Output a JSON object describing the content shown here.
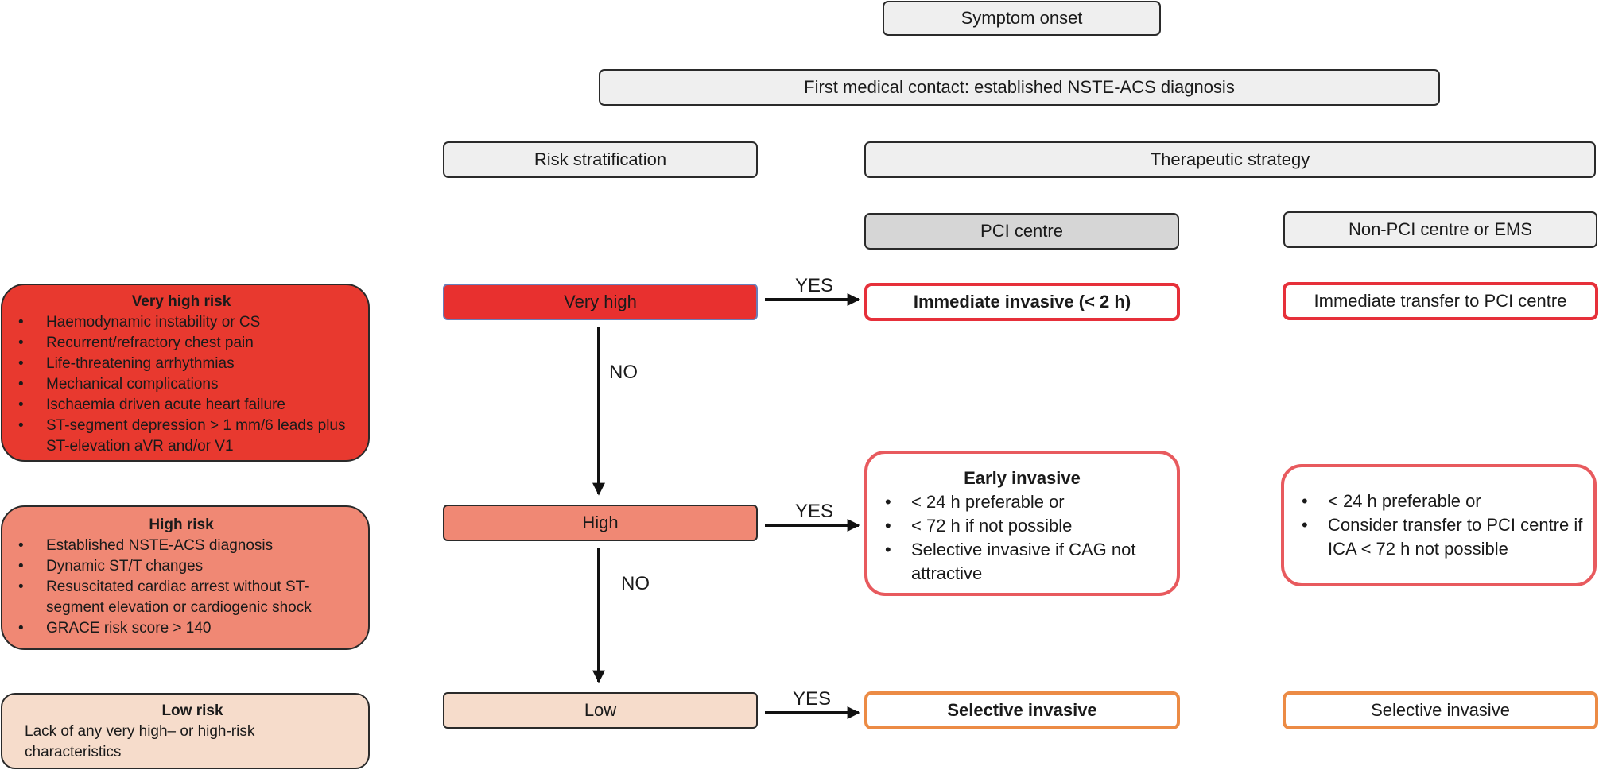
{
  "header": {
    "symptom_onset": "Symptom onset",
    "first_contact": "First medical contact: established NSTE-ACS diagnosis",
    "risk_stratification": "Risk stratification",
    "therapeutic_strategy": "Therapeutic strategy",
    "pci_centre": "PCI centre",
    "non_pci_centre": "Non-PCI centre or EMS"
  },
  "risk_levels": {
    "very_high": "Very high",
    "high": "High",
    "low": "Low"
  },
  "arrow_labels": {
    "yes": "YES",
    "no": "NO"
  },
  "pci": {
    "immediate": "Immediate invasive (< 2 h)",
    "early_title": "Early invasive",
    "early_items": [
      "< 24 h preferable or",
      "< 72 h if not possible",
      "Selective invasive if CAG not attractive"
    ],
    "selective": "Selective invasive"
  },
  "non_pci": {
    "immediate": "Immediate transfer to PCI centre",
    "early_items": [
      "< 24 h preferable or",
      "Consider transfer to PCI centre if ICA < 72 h not possible"
    ],
    "selective": "Selective invasive"
  },
  "criteria": {
    "very_high_title": "Very high risk",
    "very_high_items": [
      "Haemodynamic instability or CS",
      "Recurrent/refractory chest pain",
      "Life-threatening arrhythmias",
      "Mechanical complications",
      "Ischaemia driven acute heart failure",
      "ST-segment depression > 1 mm/6 leads plus ST-elevation aVR and/or V1"
    ],
    "high_title": "High risk",
    "high_items": [
      "Established NSTE-ACS diagnosis",
      "Dynamic ST/T changes",
      "Resuscitated cardiac arrest without ST-segment elevation or cardiogenic shock",
      "GRACE risk score > 140"
    ],
    "low_title": "Low risk",
    "low_text": "Lack of any very high– or high-risk characteristics"
  },
  "colors": {
    "very_high": "#e8302f",
    "high": "#f08874",
    "low": "#f6dccb",
    "outline_red": "#e6303a",
    "outline_orange": "#ec8b45"
  }
}
